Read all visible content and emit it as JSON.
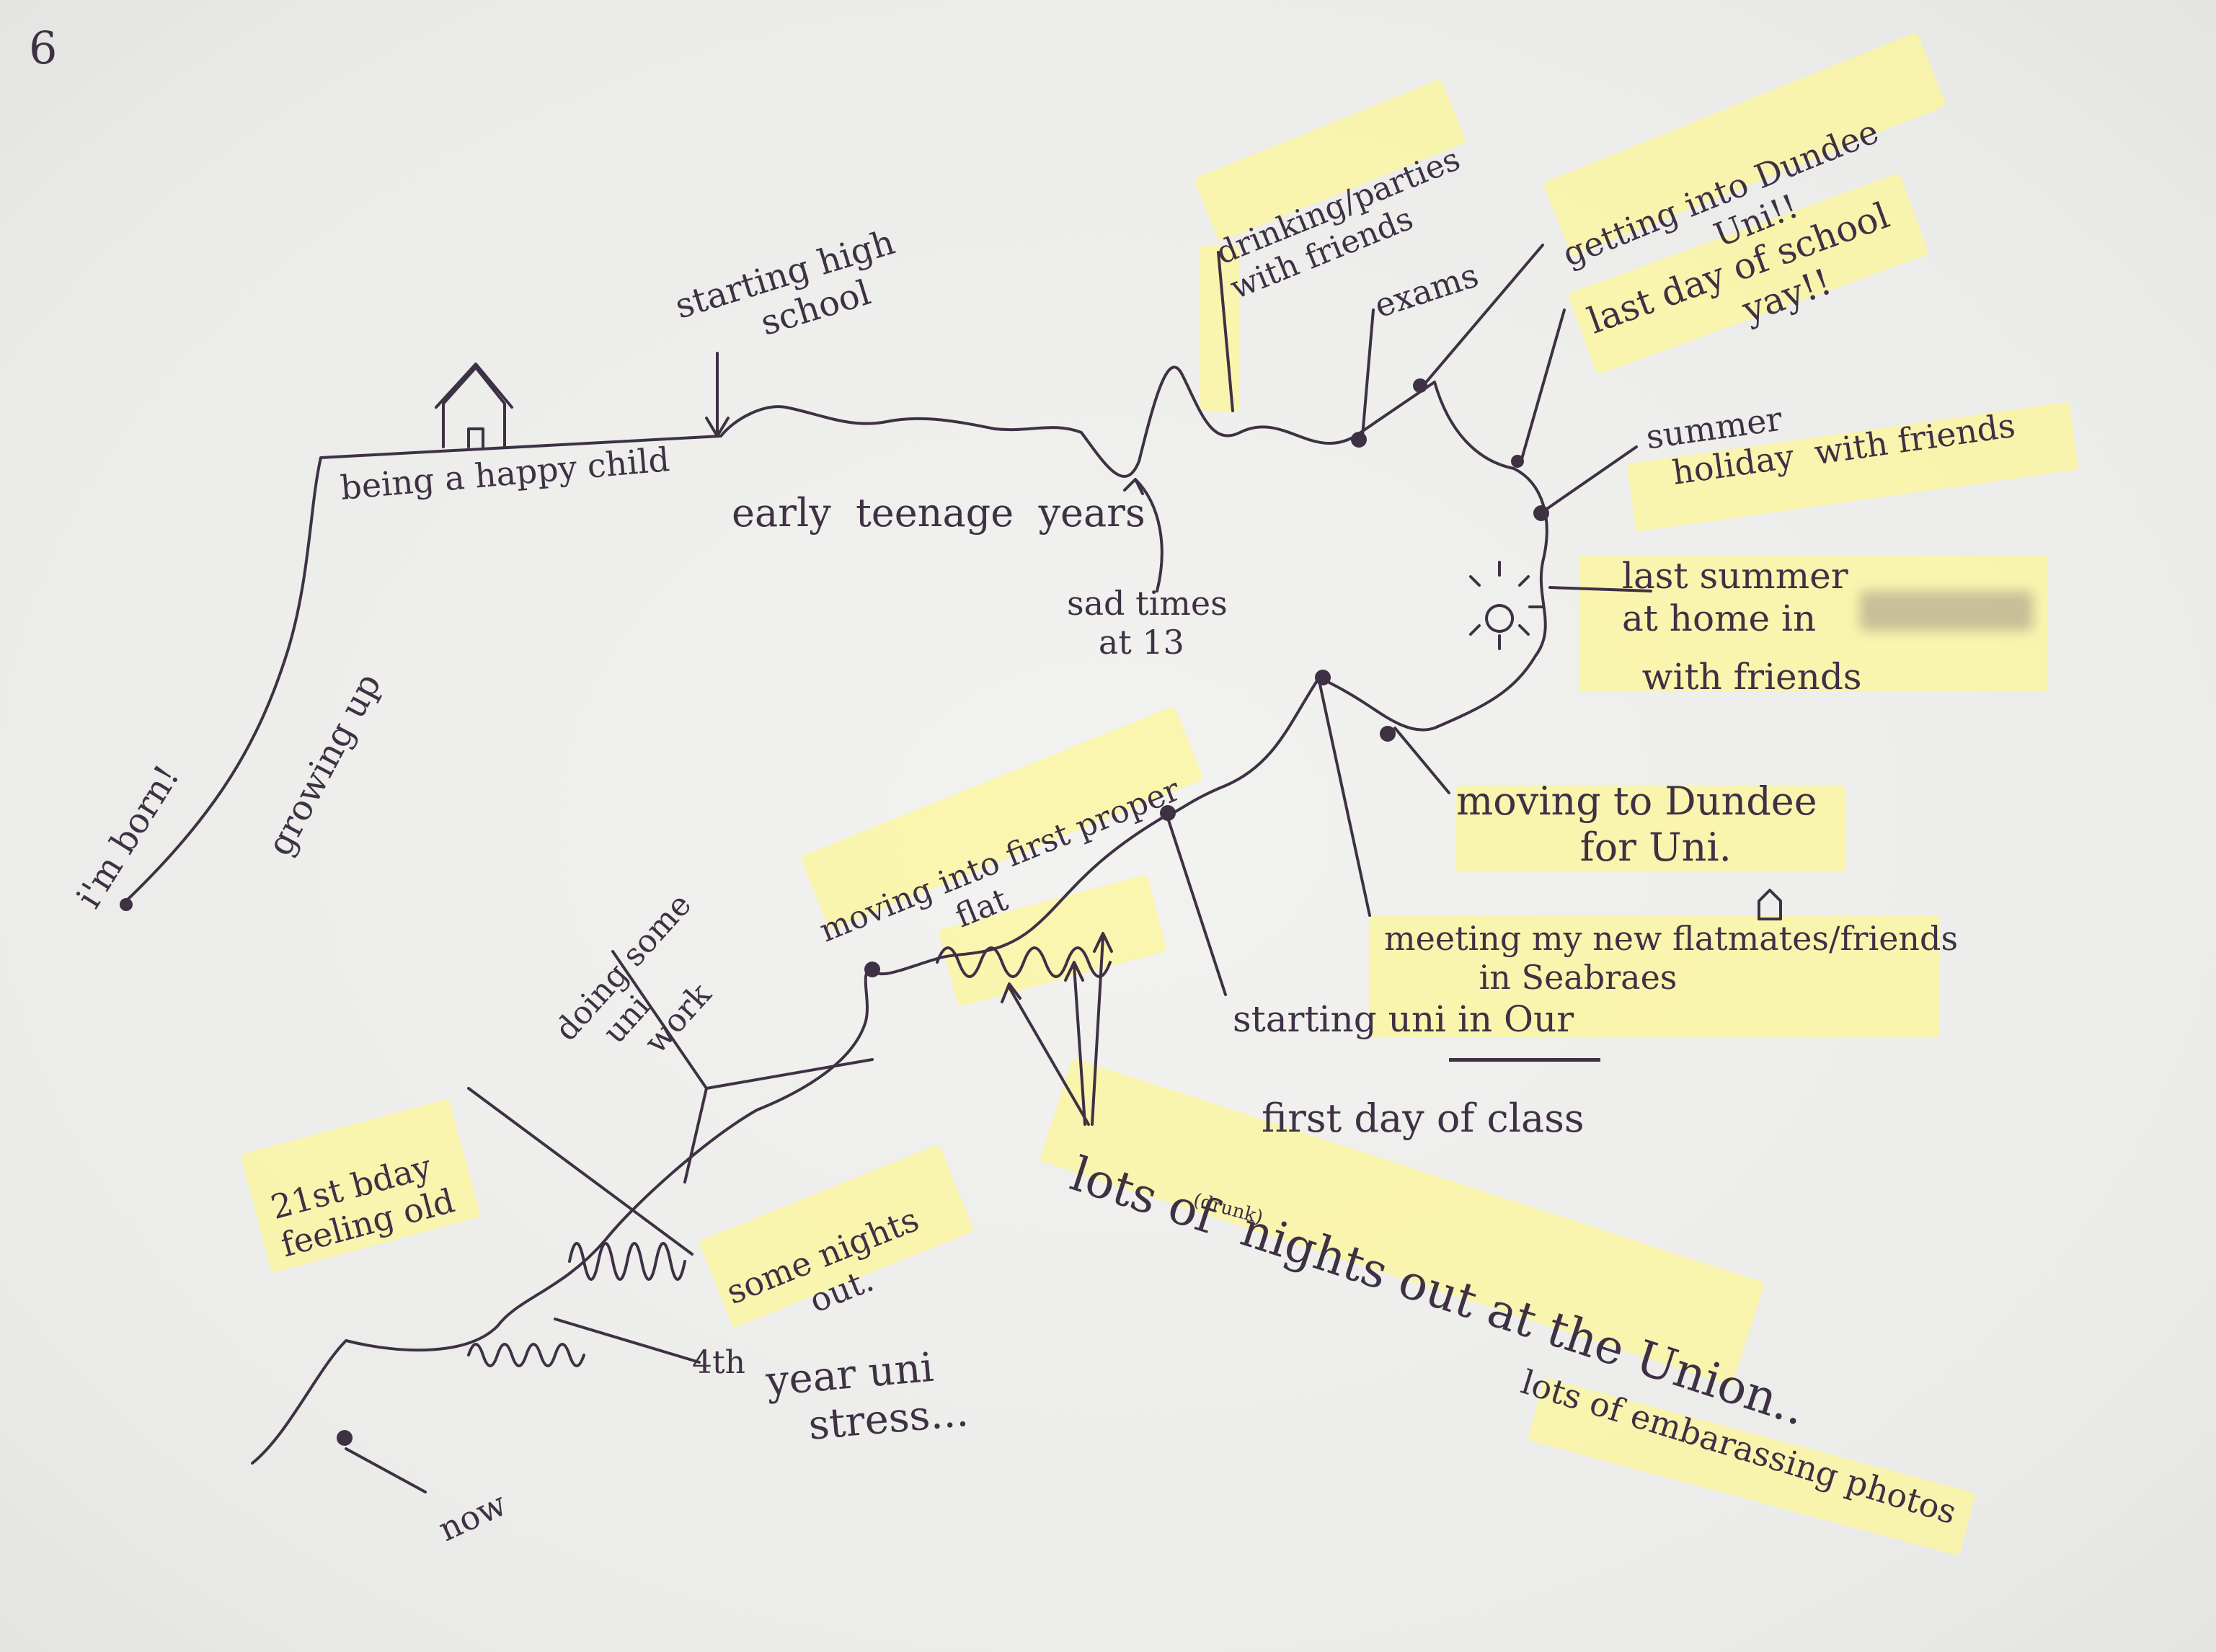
{
  "page_mark": "6",
  "labels": {
    "im_born": "i'm born!",
    "growing_up": "growing up",
    "happy_child": "being a happy child",
    "high_school": "starting high\n       school",
    "early_teen": "early  teenage  years",
    "sad_times": "sad times\n   at 13",
    "drinking": "drinking/parties\nwith friends",
    "exams": "exams",
    "dundee_uni": "getting into Dundee\n              Uni!!",
    "last_day": "last day of school\n             yay!!",
    "summer_holiday": "summer\n  holiday  with friends",
    "last_summer": "last summer\nat home in",
    "with_friends": "   with friends",
    "moving_dundee": "moving to Dundee\n          for Uni.",
    "meeting": "meeting my new flatmates/friends\n         in Seabraes",
    "starting_uni": "starting uni in Our",
    "first_day": "first day of class",
    "moving_flat": "moving into first proper\n             flat",
    "uni_work": "doing some\n   uni\n     work",
    "drunk": "(drunk)",
    "union": "lots of  nights out at the Union..",
    "photos": "lots of embarassing photos",
    "bday": "21st bday\nfeeling old",
    "nights_out": "some nights\n       out.",
    "fourth_year": "4th",
    "stress": "year uni\n   stress...",
    "now": "now"
  },
  "colors": {
    "ink": "#3e3144",
    "highlight": "#fdf696",
    "paper": "#ededeb"
  }
}
